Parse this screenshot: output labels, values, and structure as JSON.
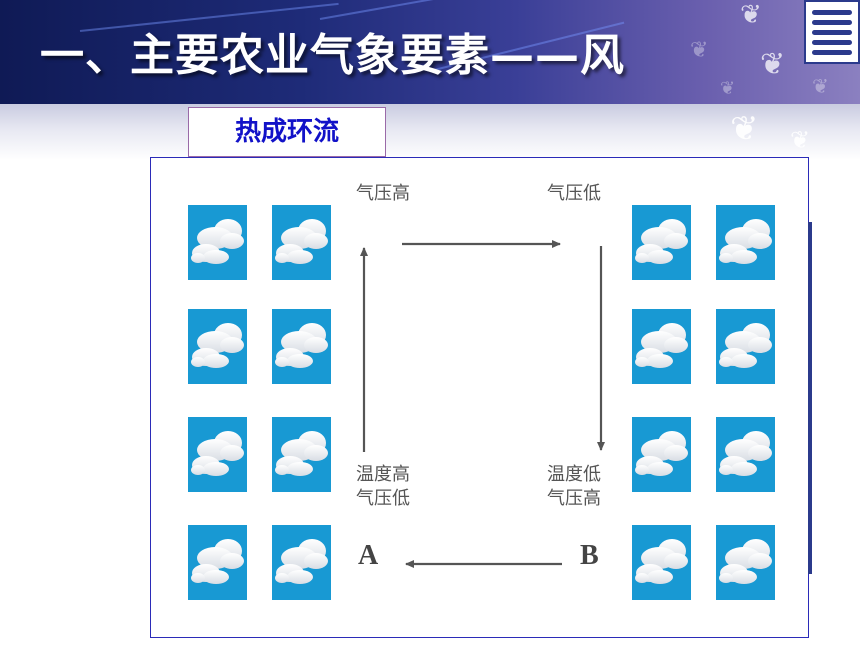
{
  "slide": {
    "title": "一、主要农业气象要素——风",
    "subtitle": "热成环流"
  },
  "diagram": {
    "top_left_label": "气压高",
    "top_right_label": "气压低",
    "bottom_left_label_line1": "温度高",
    "bottom_left_label_line2": "气压低",
    "bottom_right_label_line1": "温度低",
    "bottom_right_label_line2": "气压高",
    "point_a": "A",
    "point_b": "B"
  },
  "colors": {
    "banner_dark": "#0f1a55",
    "title_text": "#ffffff",
    "subtitle_text": "#1212c8",
    "frame_border": "#2b2bb8",
    "cloud_tile": "#1899d3",
    "arrow": "#555555"
  },
  "icons": {
    "cloud": "cloud-icon",
    "butterfly": "butterfly-icon",
    "logo": "school-logo-icon"
  }
}
